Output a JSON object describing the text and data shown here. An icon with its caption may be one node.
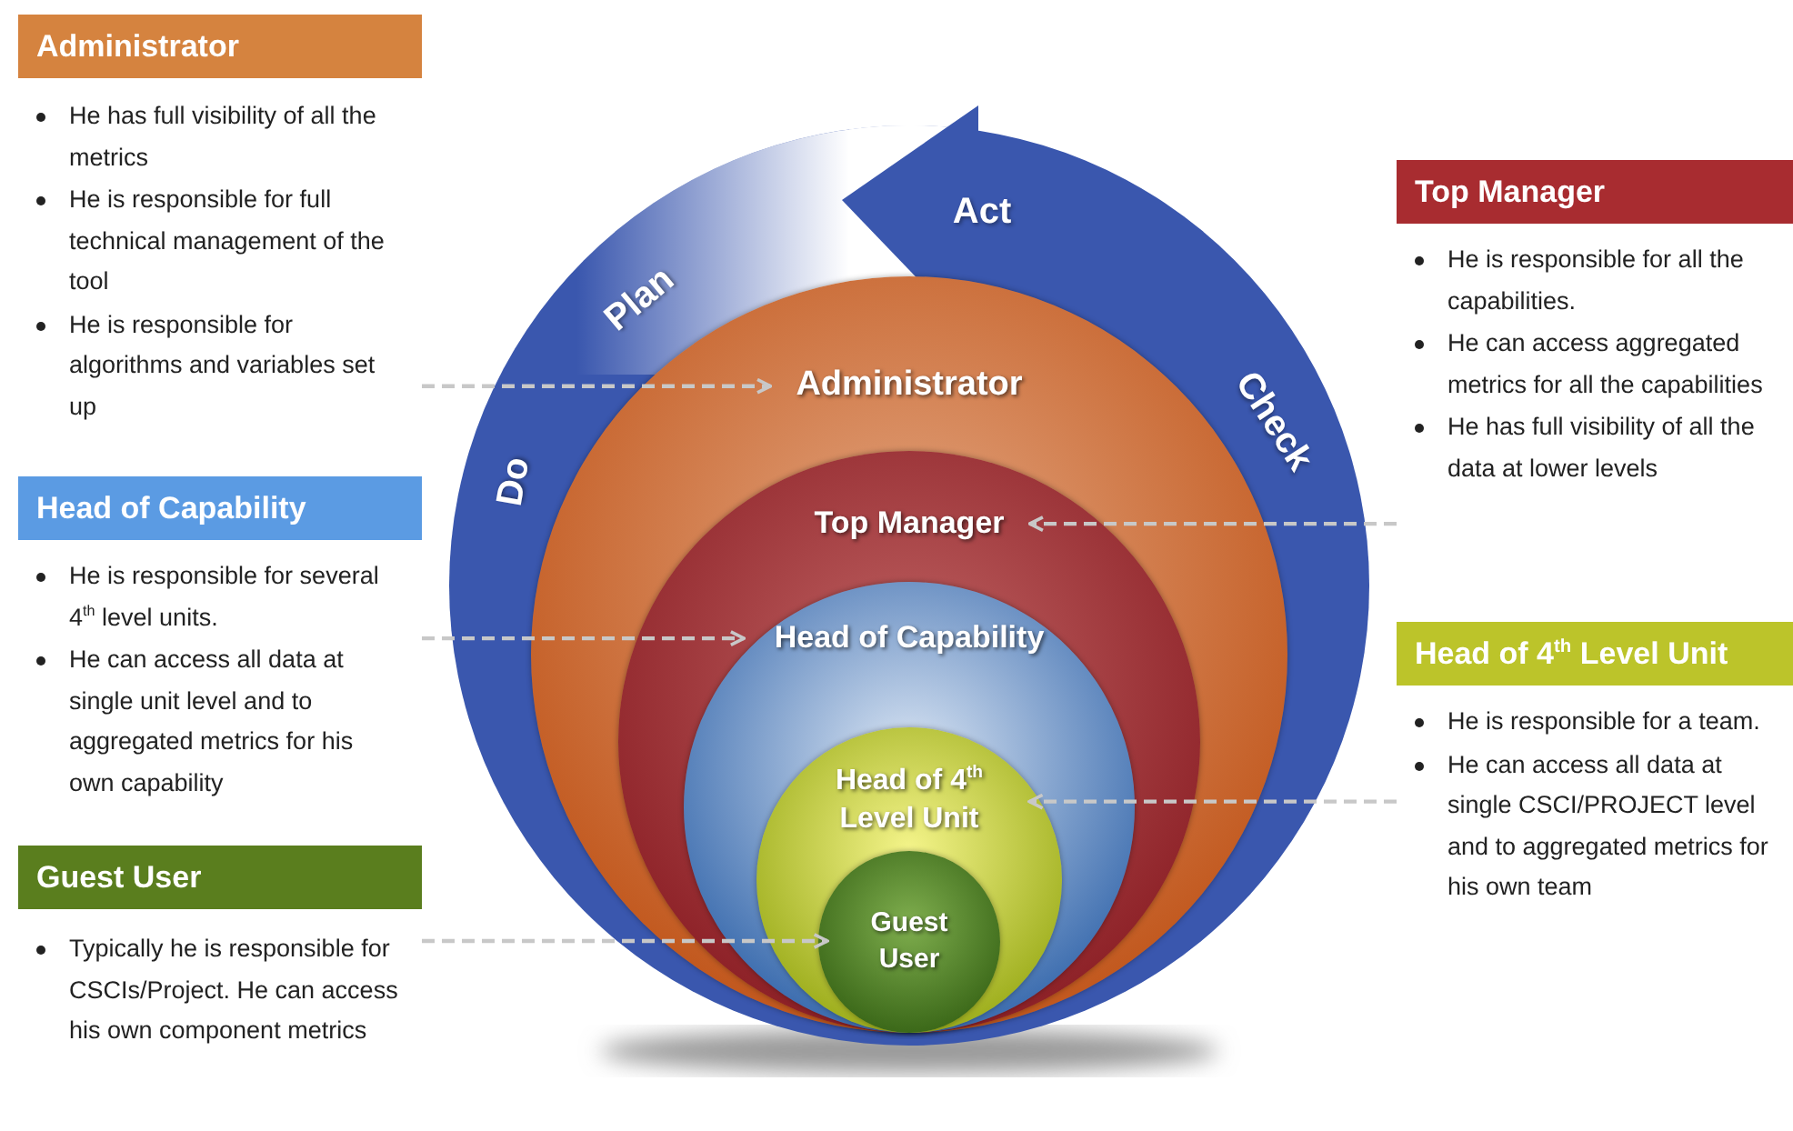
{
  "diagram": {
    "nodes": [
      {
        "text": [
          "Administrator",
          "He has full visibility of all the metrics",
          "He is responsible for full technical management of the tool",
          "He is responsible for algorithms and variables set up"
        ]
      },
      {
        "text": [
          "Head of Capability",
          "He is responsible for several 4$^{th}$ level units.",
          "He can access all data at single unit level and to aggregated metrics for his own capability"
        ]
      },
      {
        "text": [
          "Guest User",
          "Typically he is responsible for CSCIs/Project. He can access his own component metrics"
        ]
      },
      {
        "text": [
          "Top Manager",
          "He is responsible for all the capabilities.",
          "He can access aggregated metrics for all the capabilities",
          "He has full visibility of all the data at lower levels"
        ]
      },
      {
        "text": [
          "Head of 4$^{th}$ Level Unit",
          "He is responsible for a team.",
          "He can access all data at single CSCI/PROJECT level and to aggregated metrics for his own team"
        ]
      },
      {
        "text": [],
        "shape": "circle"
      },
      {
        "text": [
          "Administrator"
        ],
        "in": 5
      },
      {
        "text": [
          "Top Manager"
        ],
        "in": 6
      },
      {
        "text": [
          "Head of Capability"
        ],
        "in": 7
      },
      {
        "text": [
          "Head of 4$^{th}$ Level Unit"
        ],
        "in": 8
      },
      {
        "text": [
          "Guest User"
        ],
        "in": 9
      }
    ],
    "edges": [
      {
        "from": 0,
        "to": 6,
        "arrow": "to",
        "style": "dashed"
      },
      {
        "from": 1,
        "to": 8,
        "arrow": "to",
        "style": "dashed"
      },
      {
        "from": 2,
        "to": 10,
        "arrow": "to",
        "style": "dashed"
      },
      {
        "from": 3,
        "to": 7,
        "arrow": "to",
        "style": "dashed"
      },
      {
        "from": 4,
        "to": 9,
        "arrow": "to",
        "style": "dashed"
      }
    ],
    "labels": [
      "Act",
      "Plan",
      "Check",
      "Do"
    ]
  }
}
